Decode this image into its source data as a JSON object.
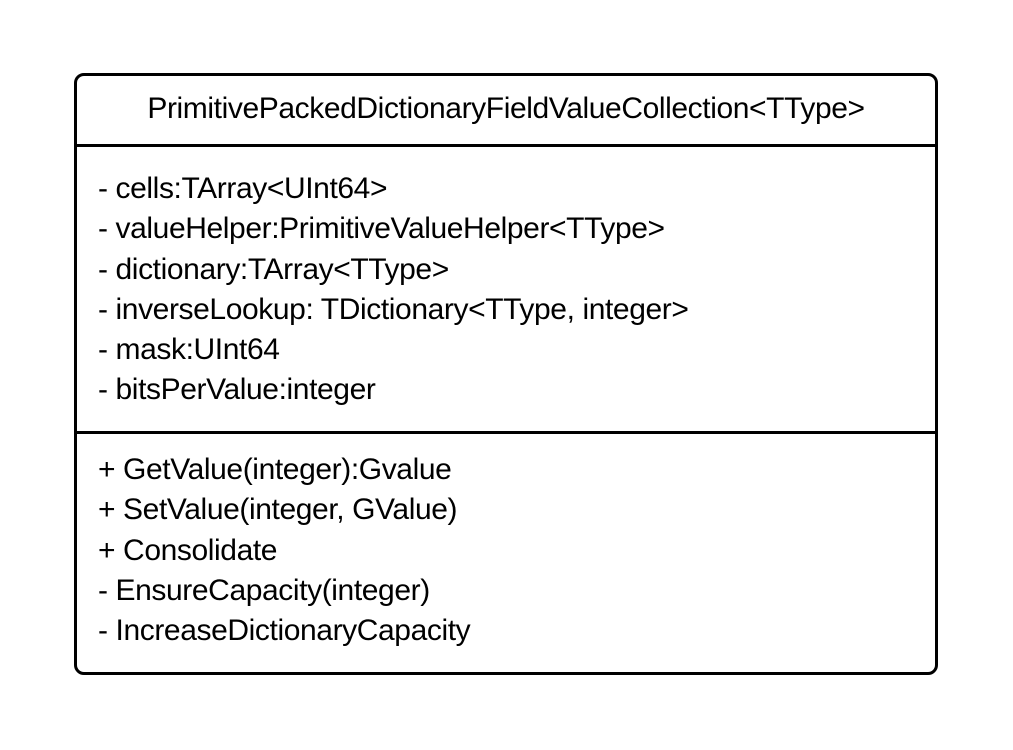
{
  "class": {
    "name": "PrimitivePackedDictionaryFieldValueCollection<TType>",
    "attributes": [
      "- cells:TArray<UInt64>",
      "- valueHelper:PrimitiveValueHelper<TType>",
      "- dictionary:TArray<TType>",
      "- inverseLookup: TDictionary<TType, integer>",
      "- mask:UInt64",
      "- bitsPerValue:integer"
    ],
    "operations": [
      "+ GetValue(integer):Gvalue",
      "+ SetValue(integer, GValue)",
      "+ Consolidate",
      "- EnsureCapacity(integer)",
      "- IncreaseDictionaryCapacity"
    ]
  },
  "colors": {
    "border": "#000000",
    "background": "#ffffff",
    "text": "#000000"
  }
}
